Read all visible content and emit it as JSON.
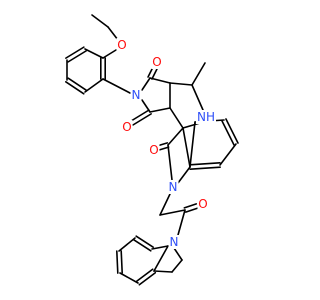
{
  "diagram": {
    "kind": "chemical-structure",
    "colors": {
      "background": "#ffffff",
      "bond": "#000000",
      "oxygen": "#ff0d0d",
      "nitrogen": "#3050f8"
    },
    "atoms": [
      {
        "id": "o_methoxy",
        "label": "O",
        "element": "oxygen"
      },
      {
        "id": "o_imide_top",
        "label": "O",
        "element": "oxygen"
      },
      {
        "id": "n_imide",
        "label": "N",
        "element": "nitrogen"
      },
      {
        "id": "n_pyrrolidine",
        "label": "NH",
        "element": "nitrogen"
      },
      {
        "id": "o_imide_bottom",
        "label": "O",
        "element": "oxygen"
      },
      {
        "id": "o_oxindole",
        "label": "O",
        "element": "oxygen"
      },
      {
        "id": "n_oxindole",
        "label": "N",
        "element": "nitrogen"
      },
      {
        "id": "o_amide",
        "label": "O",
        "element": "oxygen"
      },
      {
        "id": "n_indoline",
        "label": "N",
        "element": "nitrogen"
      }
    ]
  }
}
